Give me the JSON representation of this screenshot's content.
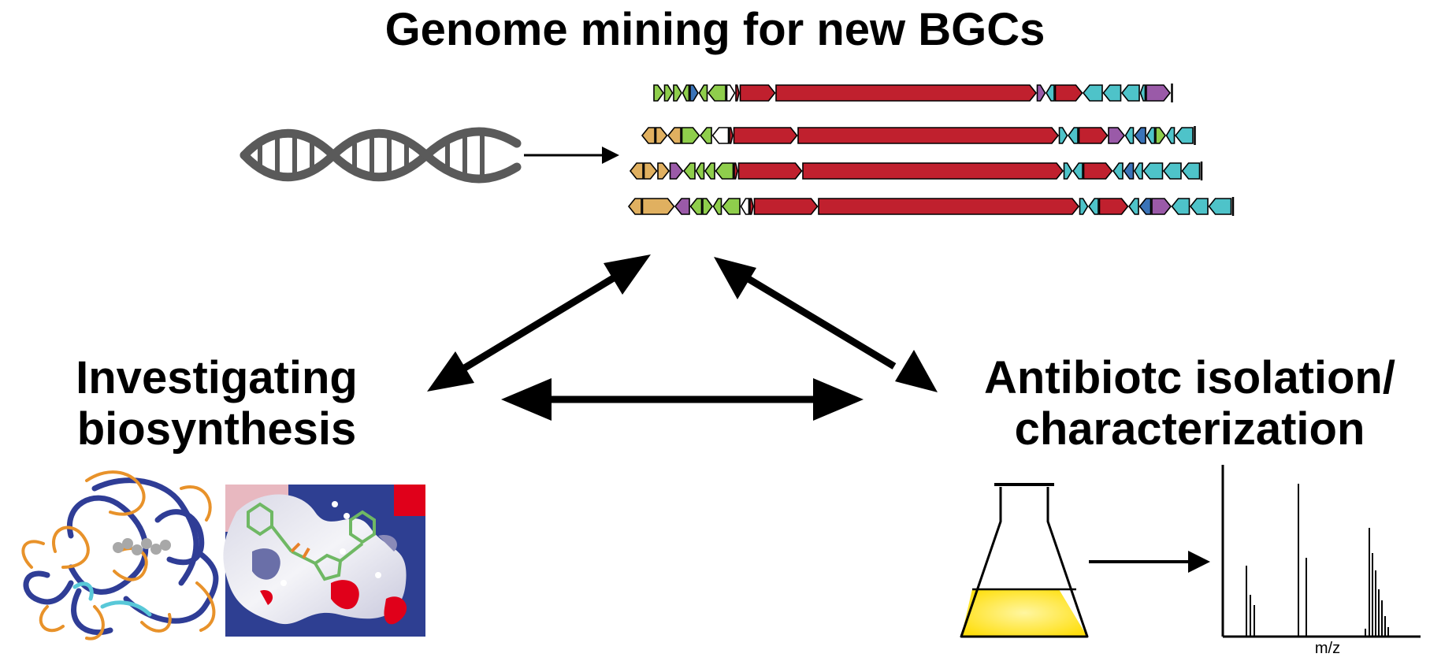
{
  "title": "Genome mining for new BGCs",
  "left_label": {
    "line1": "Investigating",
    "line2": "biosynthesis"
  },
  "right_label": {
    "line1": "Antibiotc isolation/",
    "line2": "characterization"
  },
  "spectrum_axis_label": "m/z",
  "icons": {
    "dna": "dna-helix-icon",
    "flask": "erlenmeyer-flask-icon",
    "protein": "protein-ribbon-structure-image",
    "surface": "binding-pocket-surface-image",
    "spectrum": "mass-spectrum-plot"
  },
  "colors": {
    "core_gene": "#c0202e",
    "gene_green": "#8fce4c",
    "gene_tan": "#e0b060",
    "gene_cyan": "#4ec3c9",
    "gene_purple": "#9a5aa8",
    "gene_blue": "#3a73b8",
    "flask_liquid": "#ffe01a",
    "dna": "#5a5a5a",
    "arrow": "#000000"
  }
}
